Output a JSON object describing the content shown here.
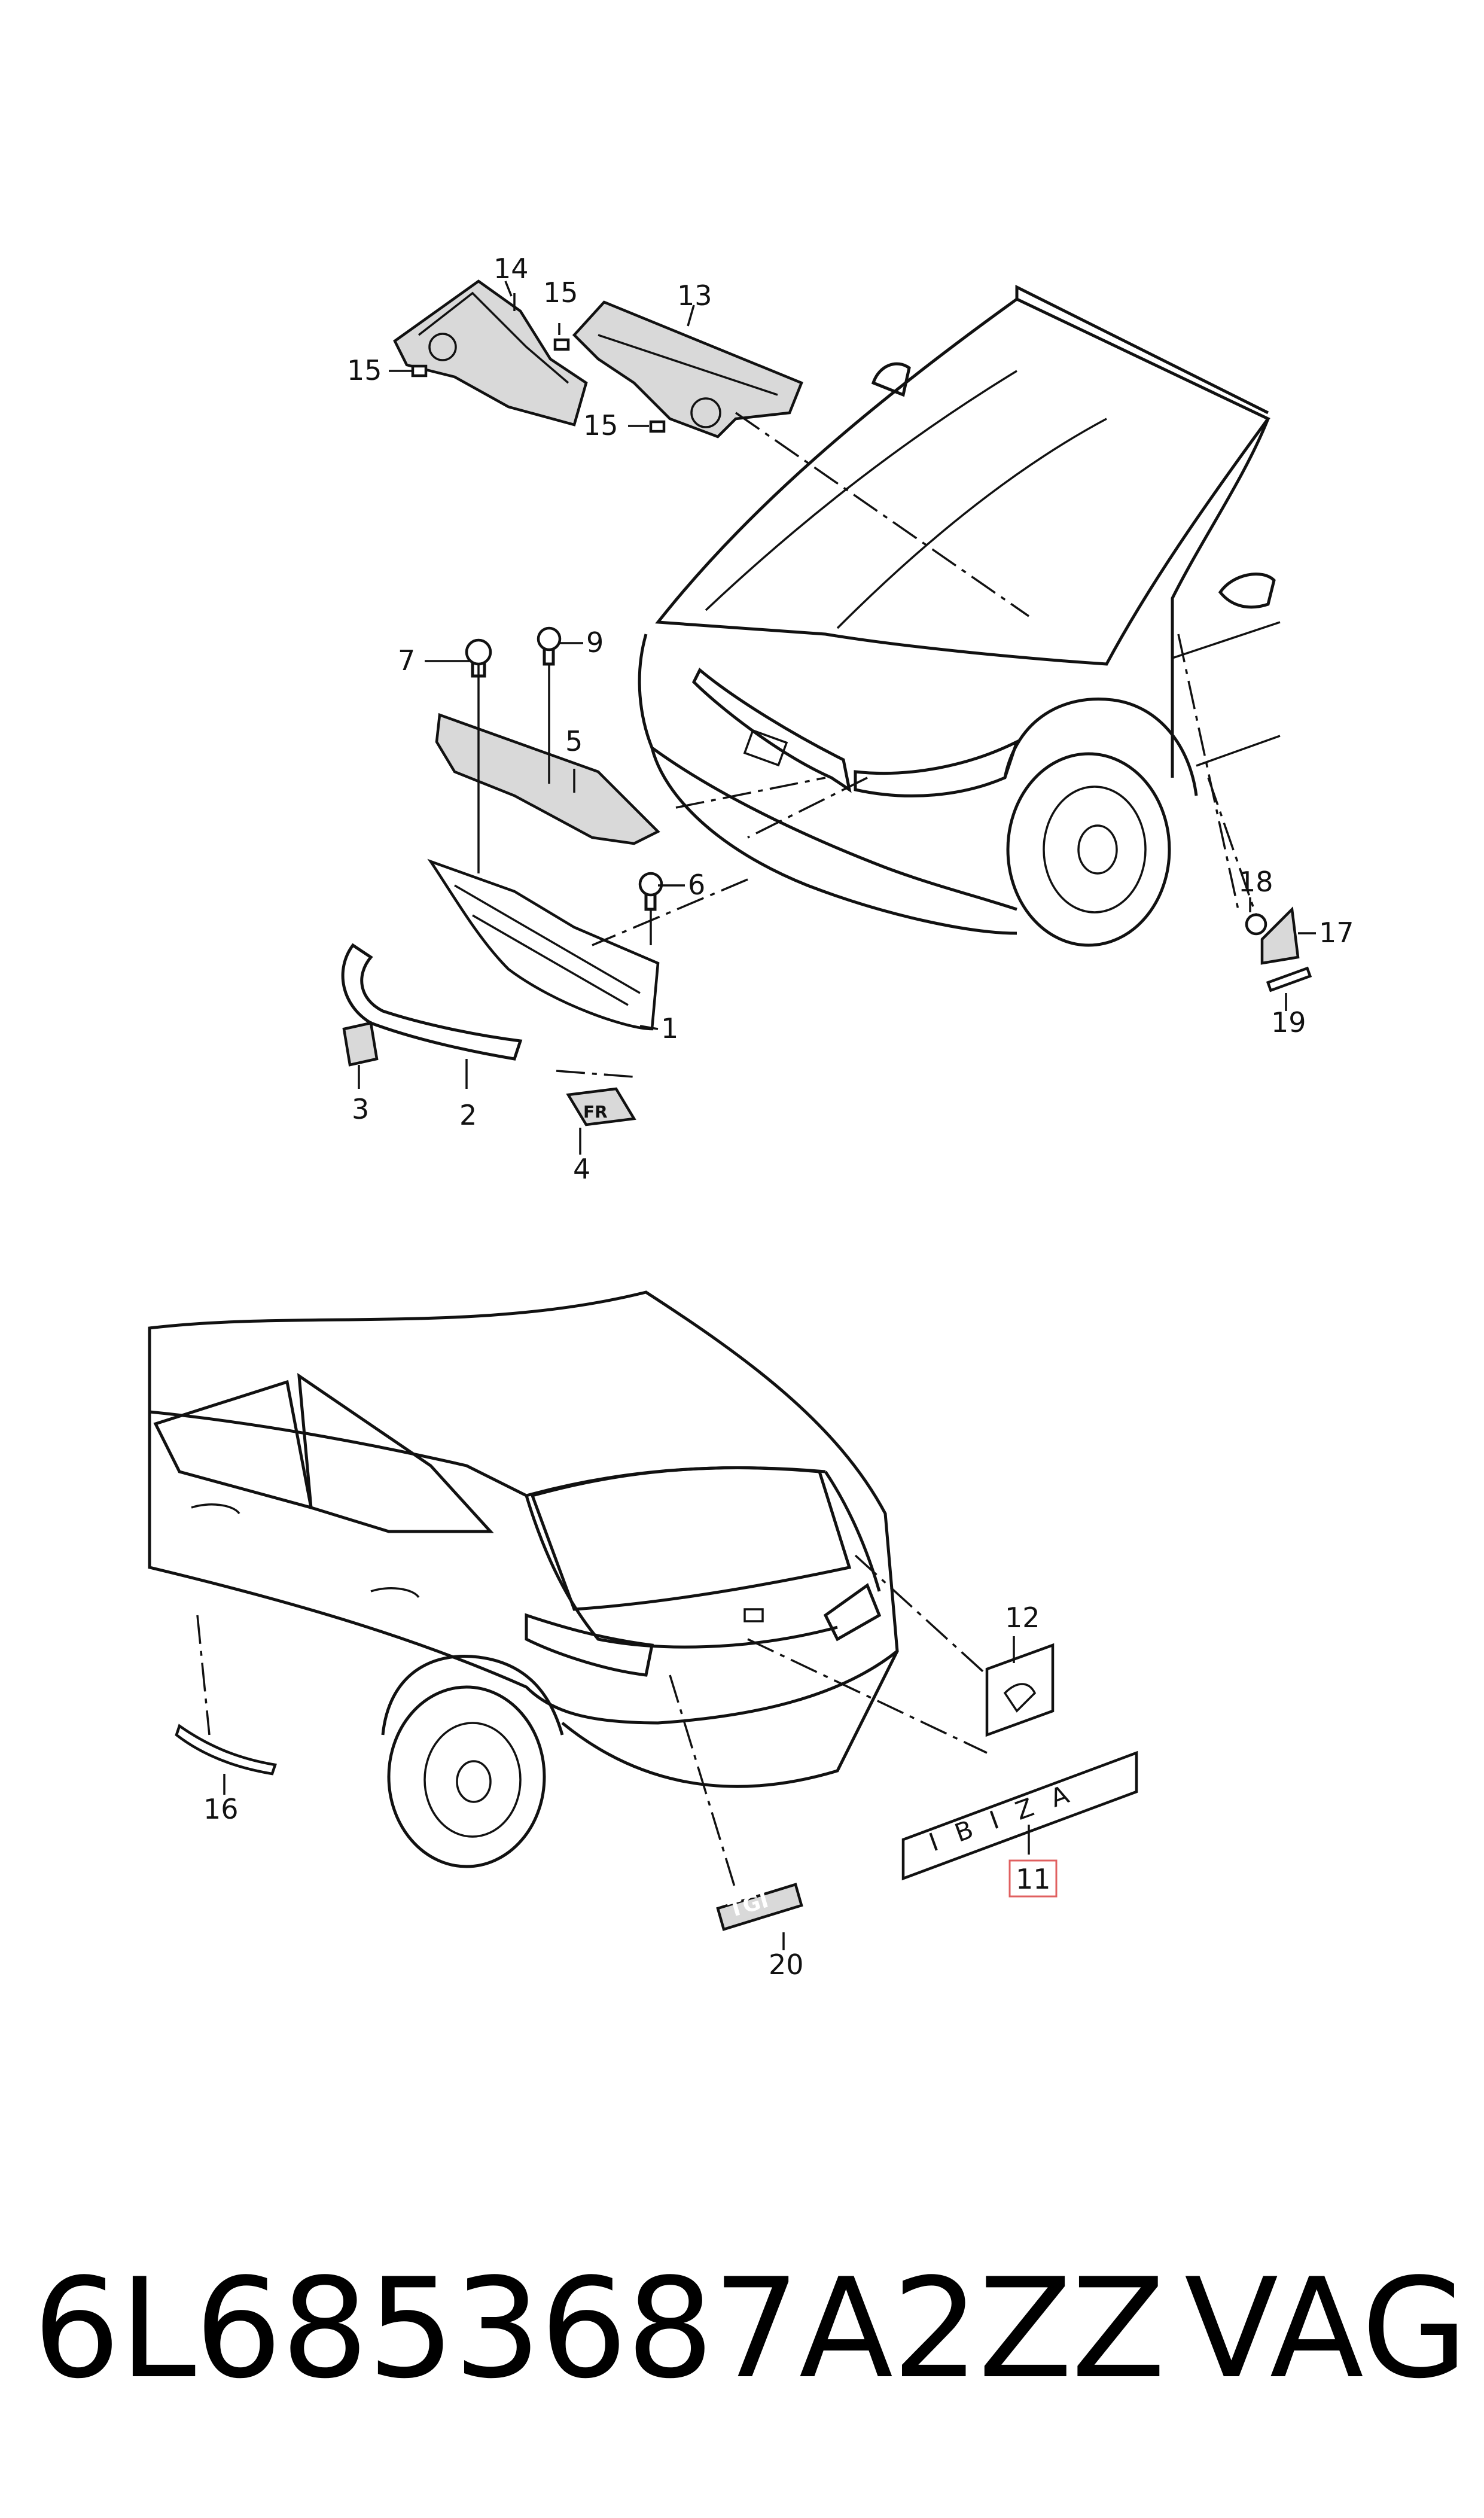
{
  "callouts": {
    "c1": "1",
    "c2": "2",
    "c3": "3",
    "c4": "4",
    "c5": "5",
    "c6": "6",
    "c7": "7",
    "c9": "9",
    "c11": "11",
    "c12": "12",
    "c13": "13",
    "c14": "14",
    "c15a": "15",
    "c15b": "15",
    "c15c": "15",
    "c16": "16",
    "c17": "17",
    "c18": "18",
    "c19": "19",
    "c20": "20"
  },
  "badges": {
    "ibiza": "I B I Z A",
    "tgi": "TGI",
    "fr": "FR"
  },
  "highlight_color": "#e06060",
  "footer": {
    "part_number": "6L6853687A2ZZ",
    "brand": "VAG"
  }
}
